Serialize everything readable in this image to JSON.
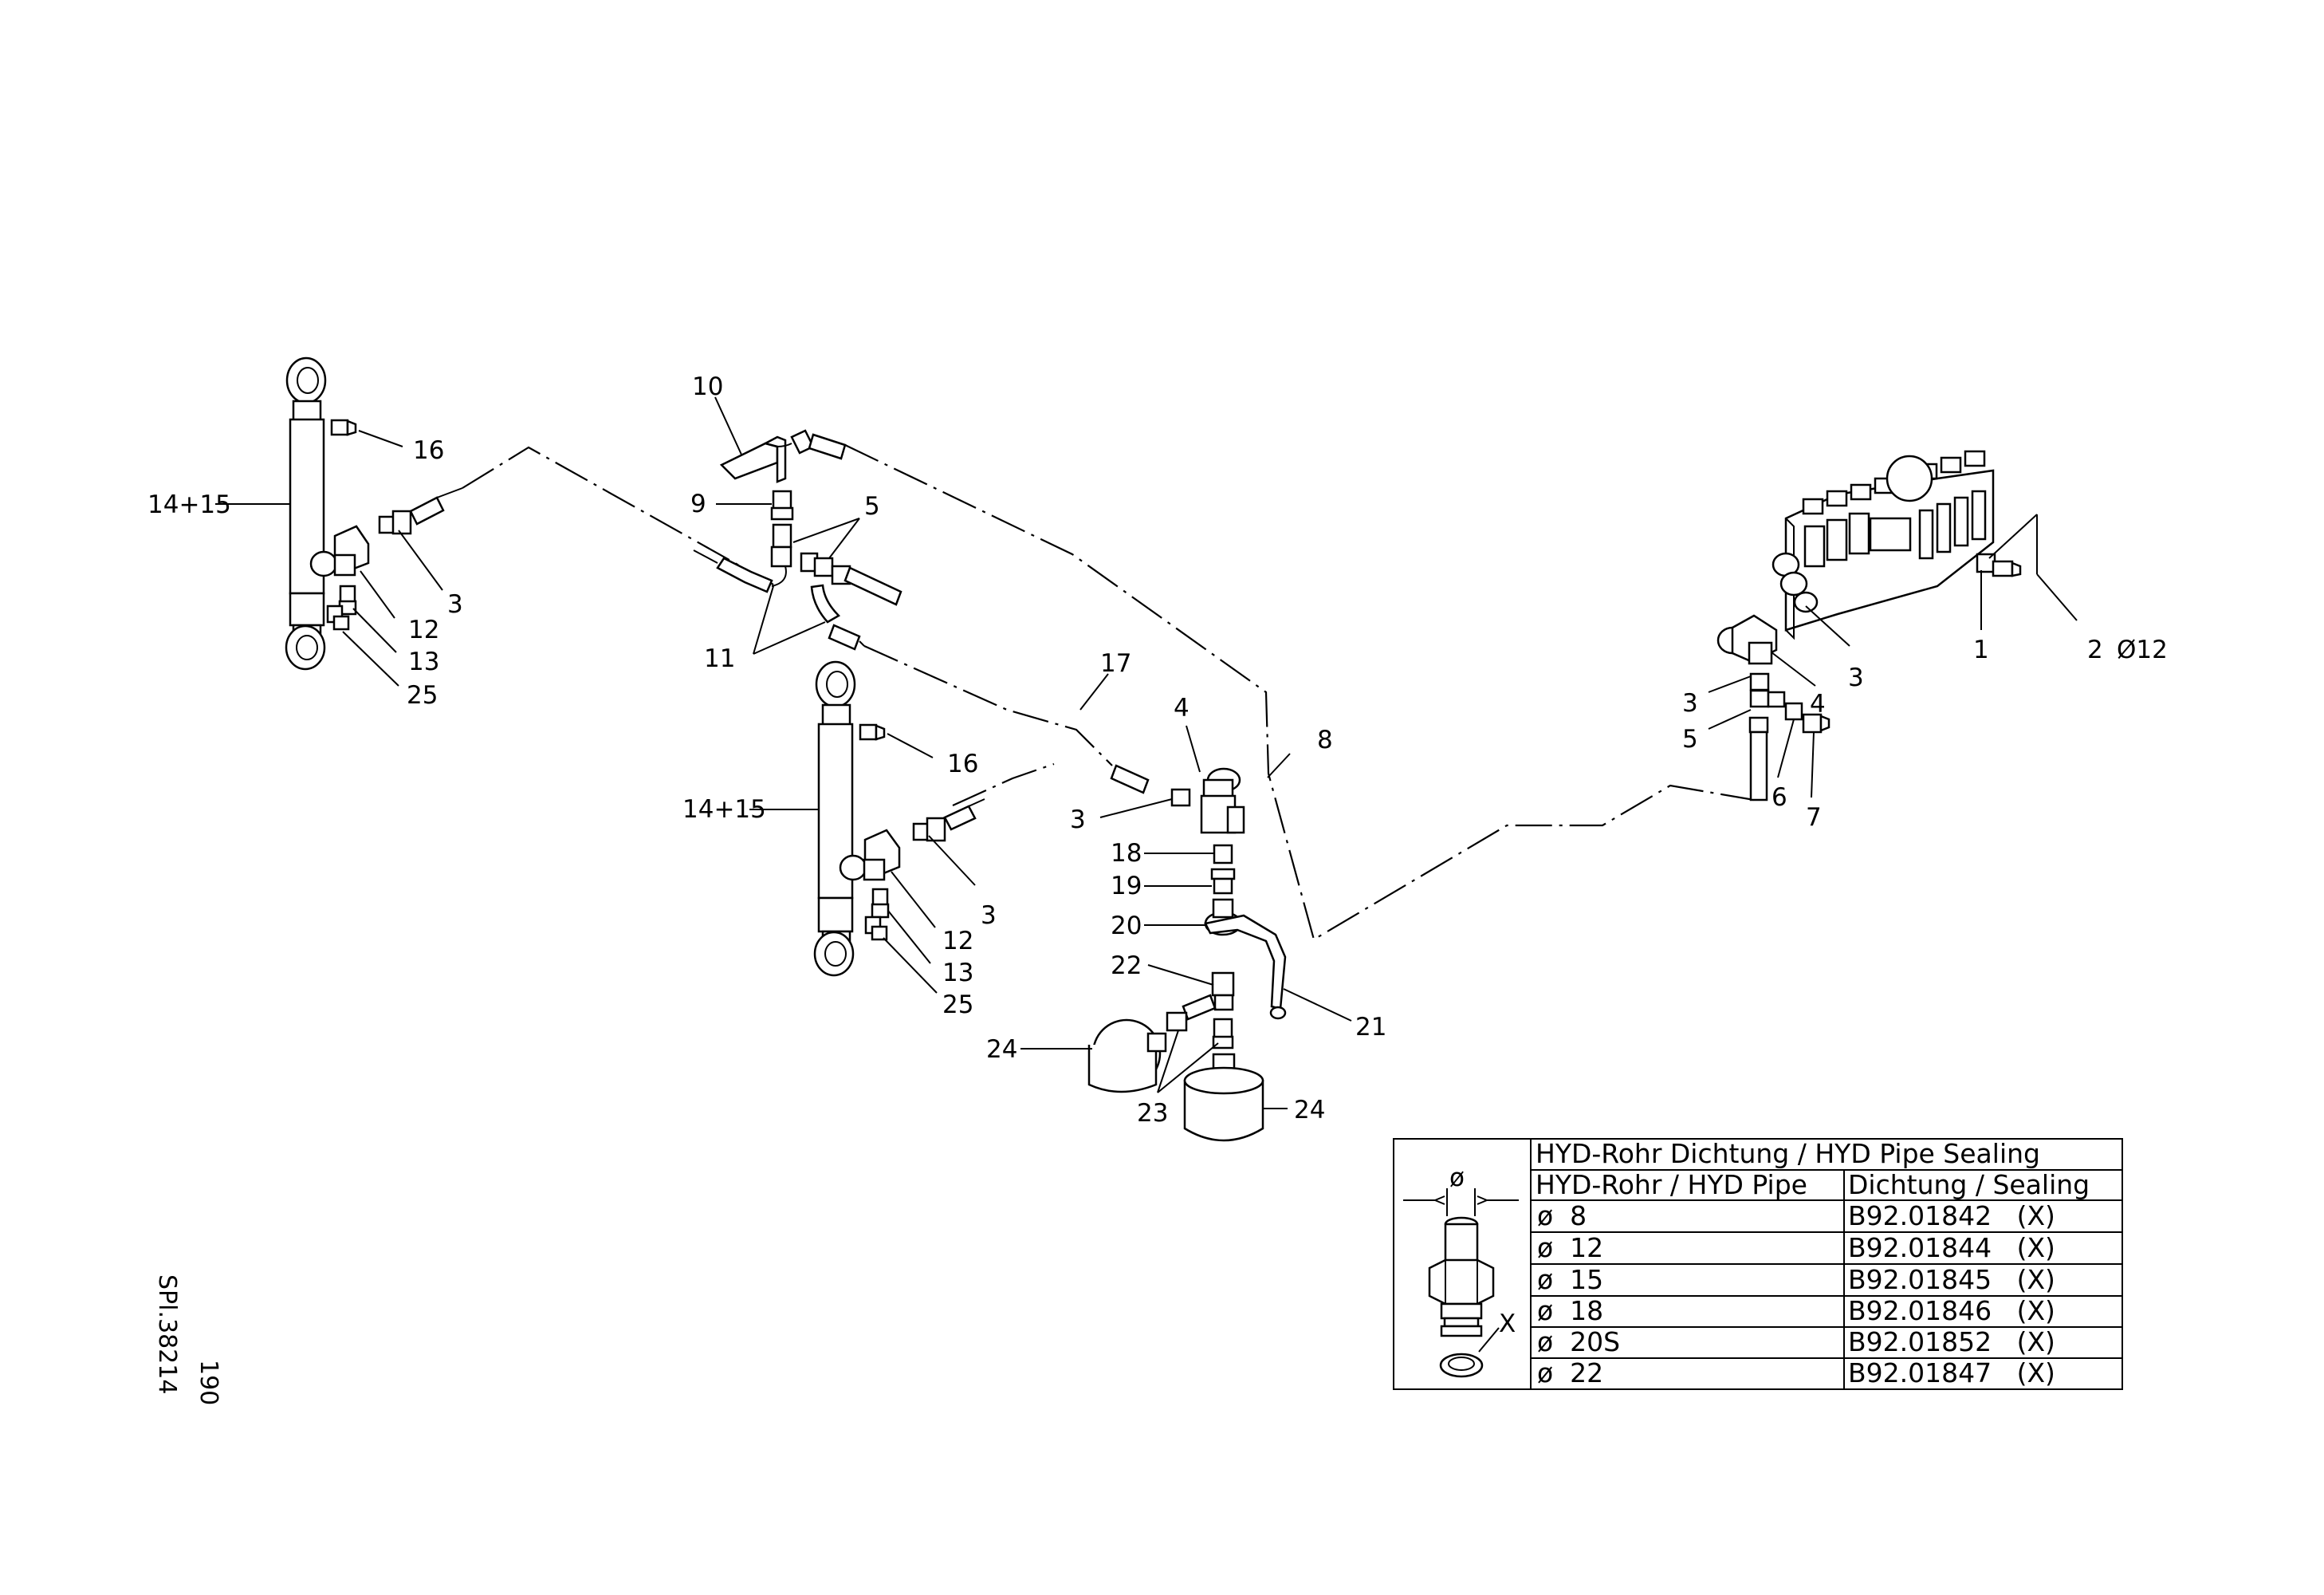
{
  "drawing": {
    "drawing_number": "SPl.38214",
    "page_number": "190"
  },
  "callouts": {
    "c1": "1",
    "c2": "2",
    "c2_size": "Ø12",
    "c3": "3",
    "c4": "4",
    "c5": "5",
    "c6": "6",
    "c7": "7",
    "c8": "8",
    "c9": "9",
    "c10": "10",
    "c11": "11",
    "c12": "12",
    "c13": "13",
    "c14_15": "14+15",
    "c16": "16",
    "c17": "17",
    "c18": "18",
    "c19": "19",
    "c20": "20",
    "c21": "21",
    "c22": "22",
    "c23": "23",
    "c24": "24",
    "c25": "25"
  },
  "sealing_table": {
    "title": "HYD-Rohr Dichtung / HYD Pipe Sealing",
    "col_pipe": "HYD-Rohr / HYD Pipe",
    "col_seal": "Dichtung / Sealing",
    "diagram_dim_label": "ø",
    "diagram_x_label": "X",
    "rows": [
      {
        "pipe": "ø  8",
        "seal": "B92.01842   (X)"
      },
      {
        "pipe": "ø  12",
        "seal": "B92.01844   (X)"
      },
      {
        "pipe": "ø  15",
        "seal": "B92.01845   (X)"
      },
      {
        "pipe": "ø  18",
        "seal": "B92.01846   (X)"
      },
      {
        "pipe": "ø  20S",
        "seal": "B92.01852   (X)"
      },
      {
        "pipe": "ø  22",
        "seal": "B92.01847   (X)"
      }
    ]
  }
}
